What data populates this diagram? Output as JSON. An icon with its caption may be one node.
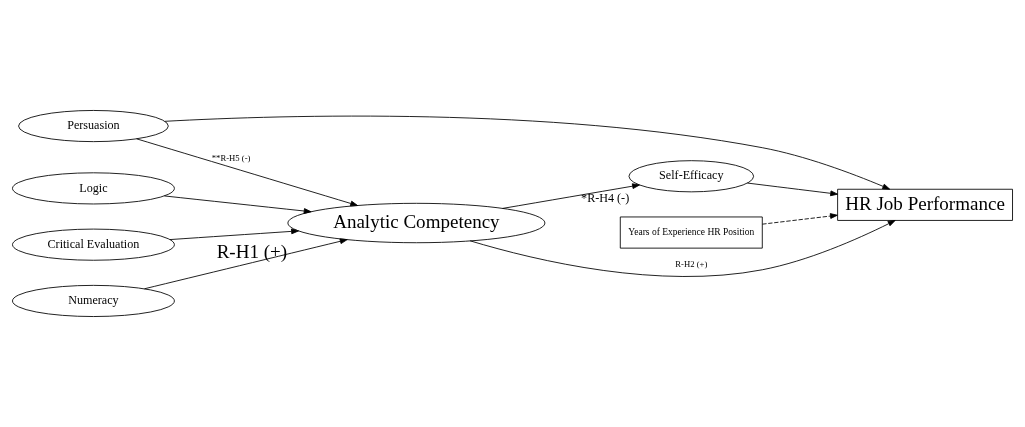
{
  "diagram": {
    "nodes": [
      {
        "text": [
          "Logic"
        ]
      },
      {
        "text": [
          "Numeracy"
        ]
      },
      {
        "text": [
          "Critical Evaluation"
        ]
      },
      {
        "text": [
          "Analytic Competency"
        ],
        "beside": [
          "R-H1 (+)"
        ]
      },
      {
        "text": [
          "Self-Efficacy"
        ],
        "beside": [
          "*R-H4 (-)"
        ]
      },
      {
        "text": [
          "HR Job Performance"
        ]
      },
      {
        "text": [
          "Years of Experience HR Position"
        ]
      },
      {
        "text": [
          "Persuasion"
        ]
      }
    ],
    "edges": [
      {
        "from": 0,
        "to": 3,
        "arrow": "to"
      },
      {
        "from": 1,
        "to": 3,
        "arrow": "to"
      },
      {
        "from": 2,
        "to": 3,
        "arrow": "to"
      },
      {
        "from": 3,
        "to": 4,
        "arrow": "to"
      },
      {
        "from": 4,
        "to": 5,
        "arrow": "to"
      },
      {
        "from": 3,
        "to": 5,
        "arrow": "to",
        "label": "R-H2 (+)"
      },
      {
        "from": 7,
        "to": 3,
        "arrow": "to",
        "label": "**R-H5 (-)"
      },
      {
        "from": 7,
        "to": 5,
        "arrow": "to"
      },
      {
        "from": 6,
        "to": 5,
        "arrow": "to",
        "style": "dashed"
      }
    ]
  }
}
